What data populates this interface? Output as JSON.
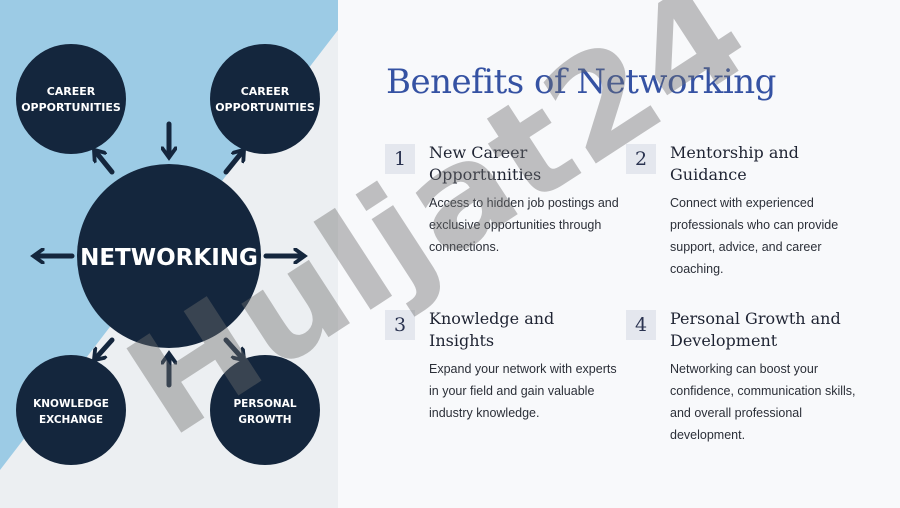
{
  "title": "Benefits of Networking",
  "diagram": {
    "center": "NETWORKING",
    "nodes": [
      {
        "line1": "CAREER",
        "line2": "OPPORTUNITIES"
      },
      {
        "line1": "CAREER",
        "line2": "OPPORTUNITIES"
      },
      {
        "line1": "KNOWLEDGE",
        "line2": "EXCHANGE"
      },
      {
        "line1": "PERSONAL",
        "line2": "GROWTH"
      }
    ]
  },
  "benefits": [
    {
      "number": "1",
      "title": "New Career Opportunities",
      "description": "Access to hidden job postings and exclusive opportunities through connections."
    },
    {
      "number": "2",
      "title": "Mentorship and Guidance",
      "description": "Connect with experienced professionals who can provide support, advice, and career coaching."
    },
    {
      "number": "3",
      "title": "Knowledge and Insights",
      "description": "Expand your network with experts in your field and gain valuable industry knowledge."
    },
    {
      "number": "4",
      "title": "Personal Growth and Development",
      "description": "Networking can boost your confidence, communication skills, and overall professional development."
    }
  ],
  "watermark": "Huljat24",
  "colors": {
    "accent": "#3552a3",
    "node": "#14263d",
    "panel_blue": "#9ccbe5",
    "panel_gray": "#eceff2"
  }
}
